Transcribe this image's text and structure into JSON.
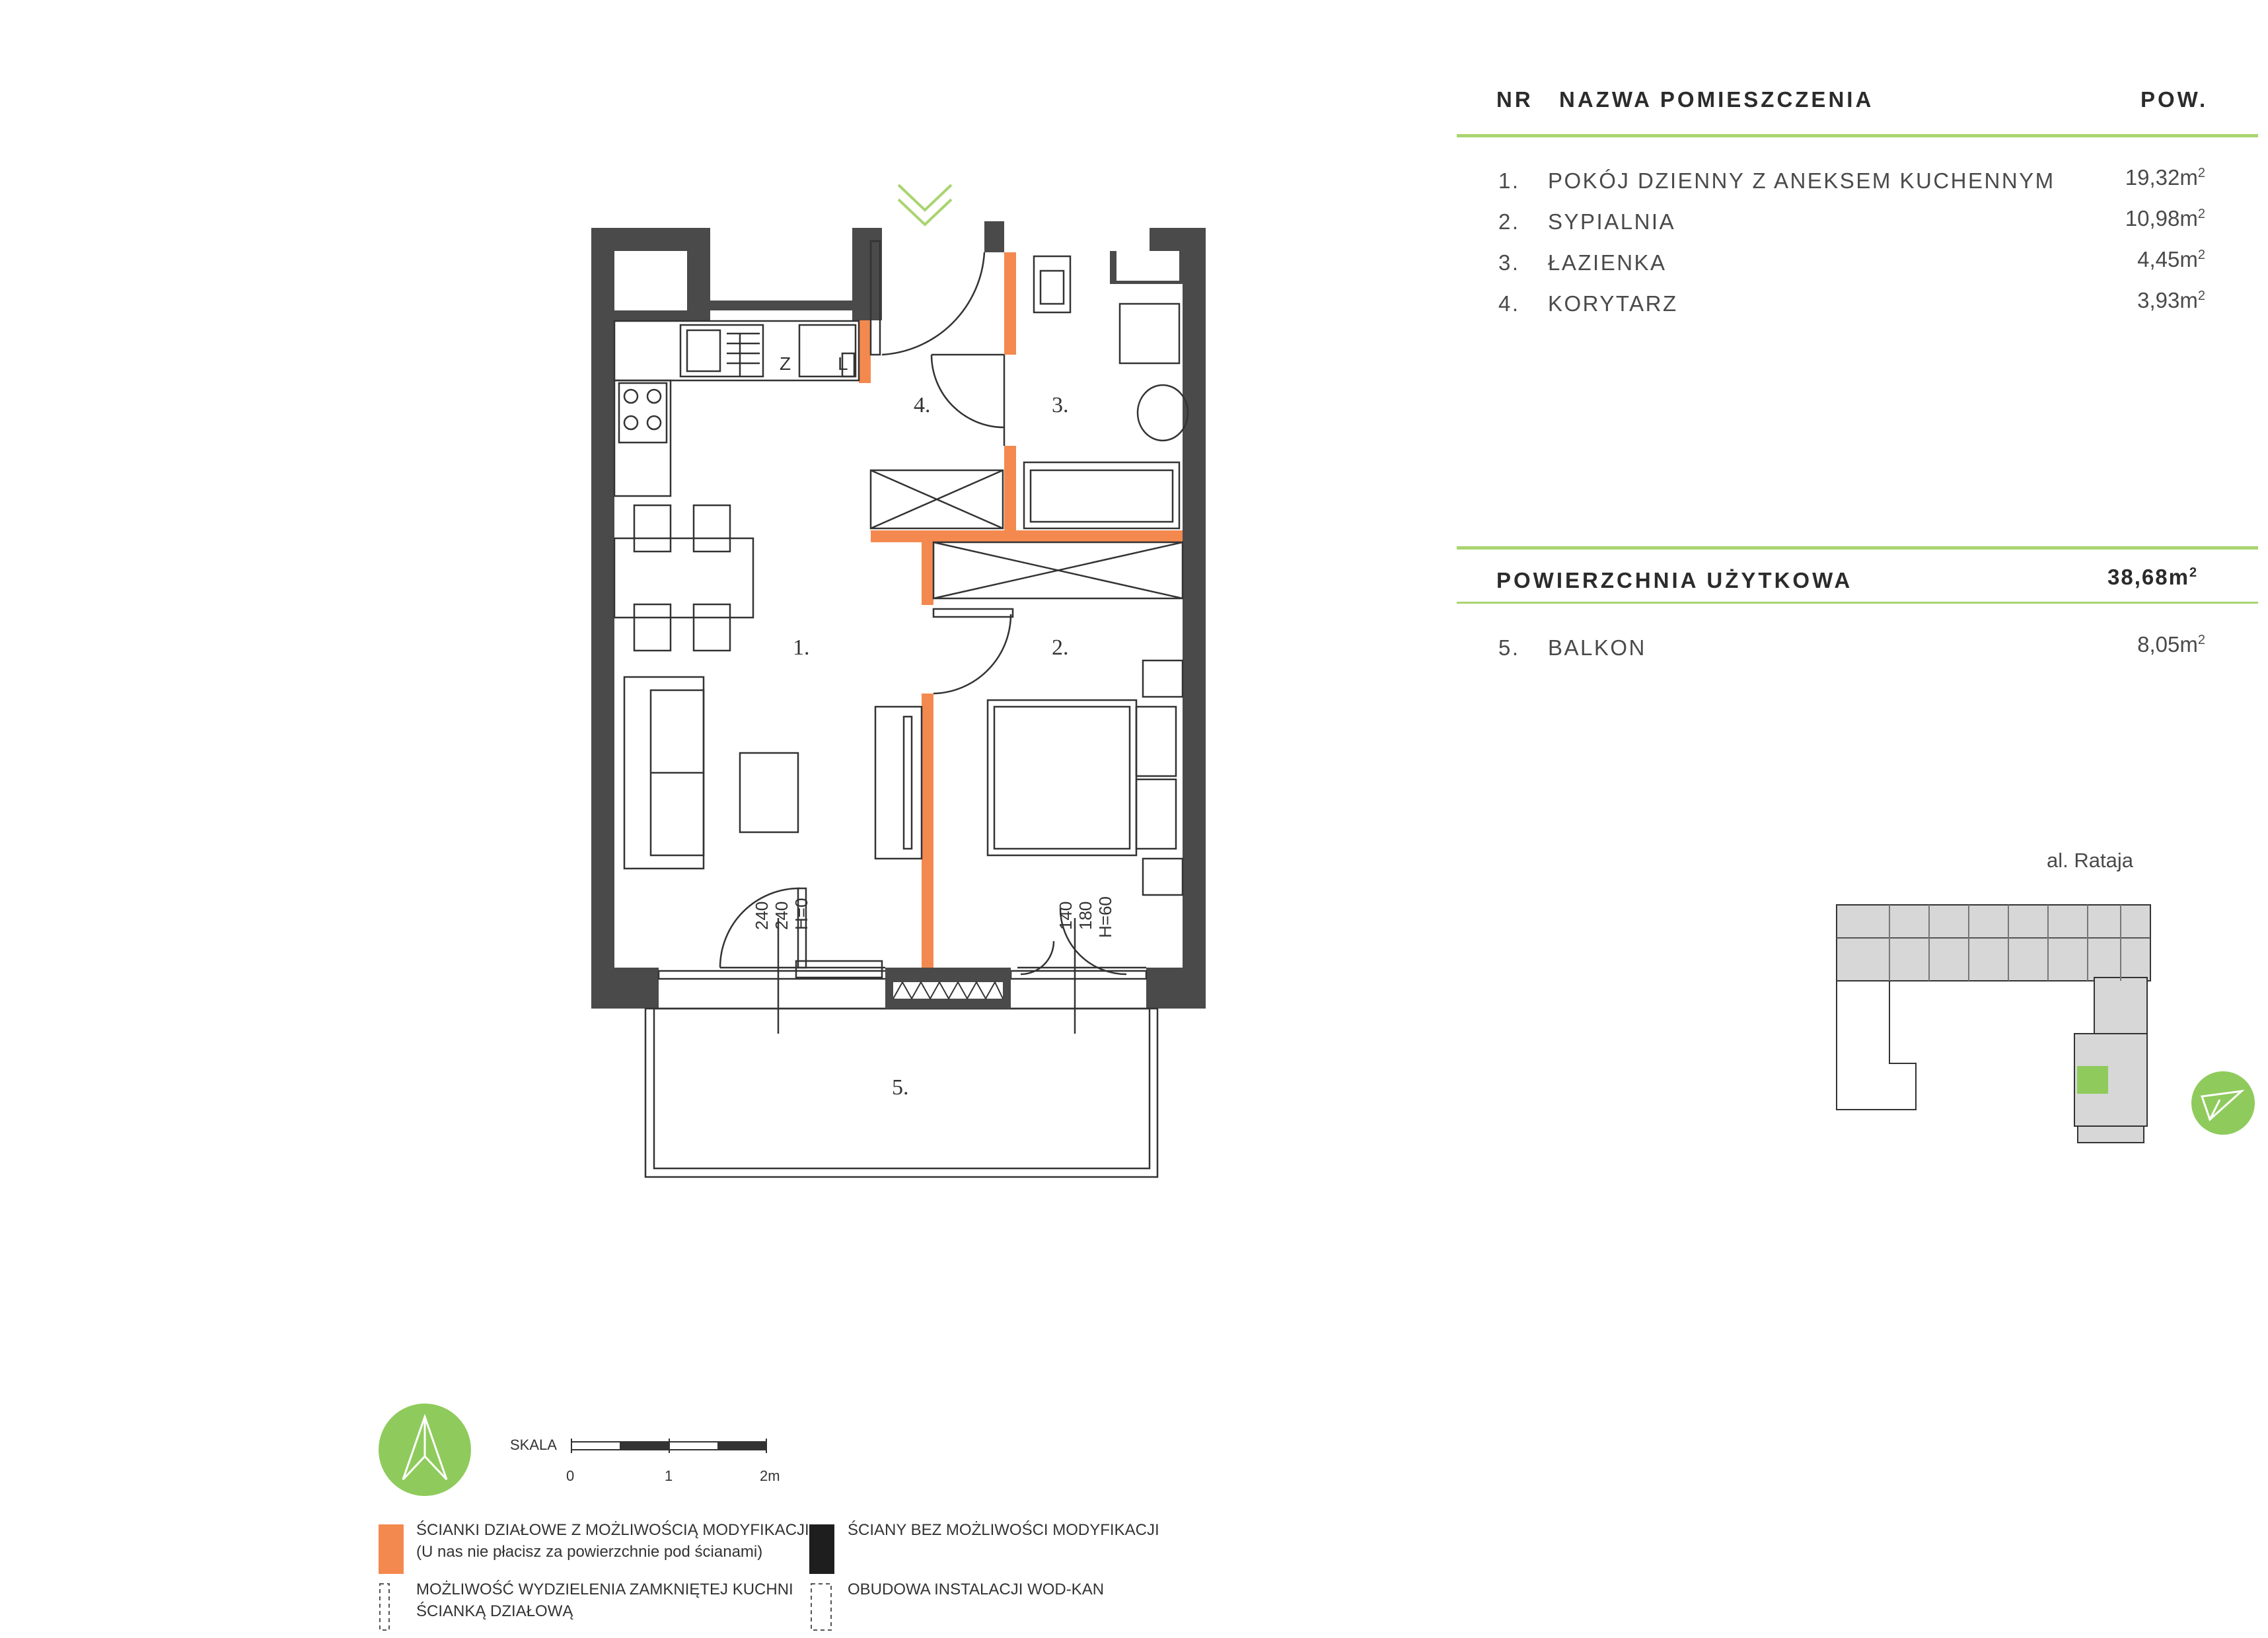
{
  "table": {
    "header": {
      "nr": "NR",
      "name": "NAZWA POMIESZCZENIA",
      "area": "POW."
    },
    "rows": [
      {
        "nr": "1.",
        "name": "POKÓJ DZIENNY Z ANEKSEM KUCHENNYM",
        "area": "19,32m",
        "sup": "2"
      },
      {
        "nr": "2.",
        "name": "SYPIALNIA",
        "area": "10,98m",
        "sup": "2"
      },
      {
        "nr": "3.",
        "name": "ŁAZIENKA",
        "area": "4,45m",
        "sup": "2"
      },
      {
        "nr": "4.",
        "name": "KORYTARZ",
        "area": "3,93m",
        "sup": "2"
      }
    ],
    "total_label": "POWIERZCHNIA UŻYTKOWA",
    "total_area": "38,68m",
    "total_sup": "2",
    "balcony": {
      "nr": "5.",
      "name": "BALKON",
      "area": "8,05m",
      "sup": "2"
    }
  },
  "plan": {
    "rooms": [
      "1.",
      "2.",
      "3.",
      "4.",
      "5."
    ],
    "kitchen_letters": [
      "Z",
      "L"
    ],
    "dims_left": [
      "240",
      "240",
      "H=0"
    ],
    "dims_right": [
      "140",
      "180",
      "H=60"
    ]
  },
  "site": {
    "street": "al. Rataja"
  },
  "scale": {
    "label": "SKALA",
    "ticks": [
      "0",
      "1",
      "2m"
    ]
  },
  "legend": {
    "orange_line1": "ŚCIANKI DZIAŁOWE Z MOŻLIWOŚCIĄ MODYFIKACJI",
    "orange_line2": "(U nas nie płacisz za powierzchnie pod ścianami)",
    "black": "ŚCIANY BEZ MOŻLIWOŚCI MODYFIKACJI",
    "kitchen_line1": "MOŻLIWOŚĆ WYDZIELENIA ZAMKNIĘTEJ KUCHNI",
    "kitchen_line2": "ŚCIANKĄ DZIAŁOWĄ",
    "install": "OBUDOWA INSTALACJI WOD-KAN"
  },
  "colors": {
    "wall": "#4a4a4a",
    "partition": "#f4894f",
    "accent": "#a9d470",
    "line": "#333333"
  },
  "icons": [
    "north-arrow-icon",
    "entrance-chevron-icon",
    "site-north-arrow-icon"
  ]
}
